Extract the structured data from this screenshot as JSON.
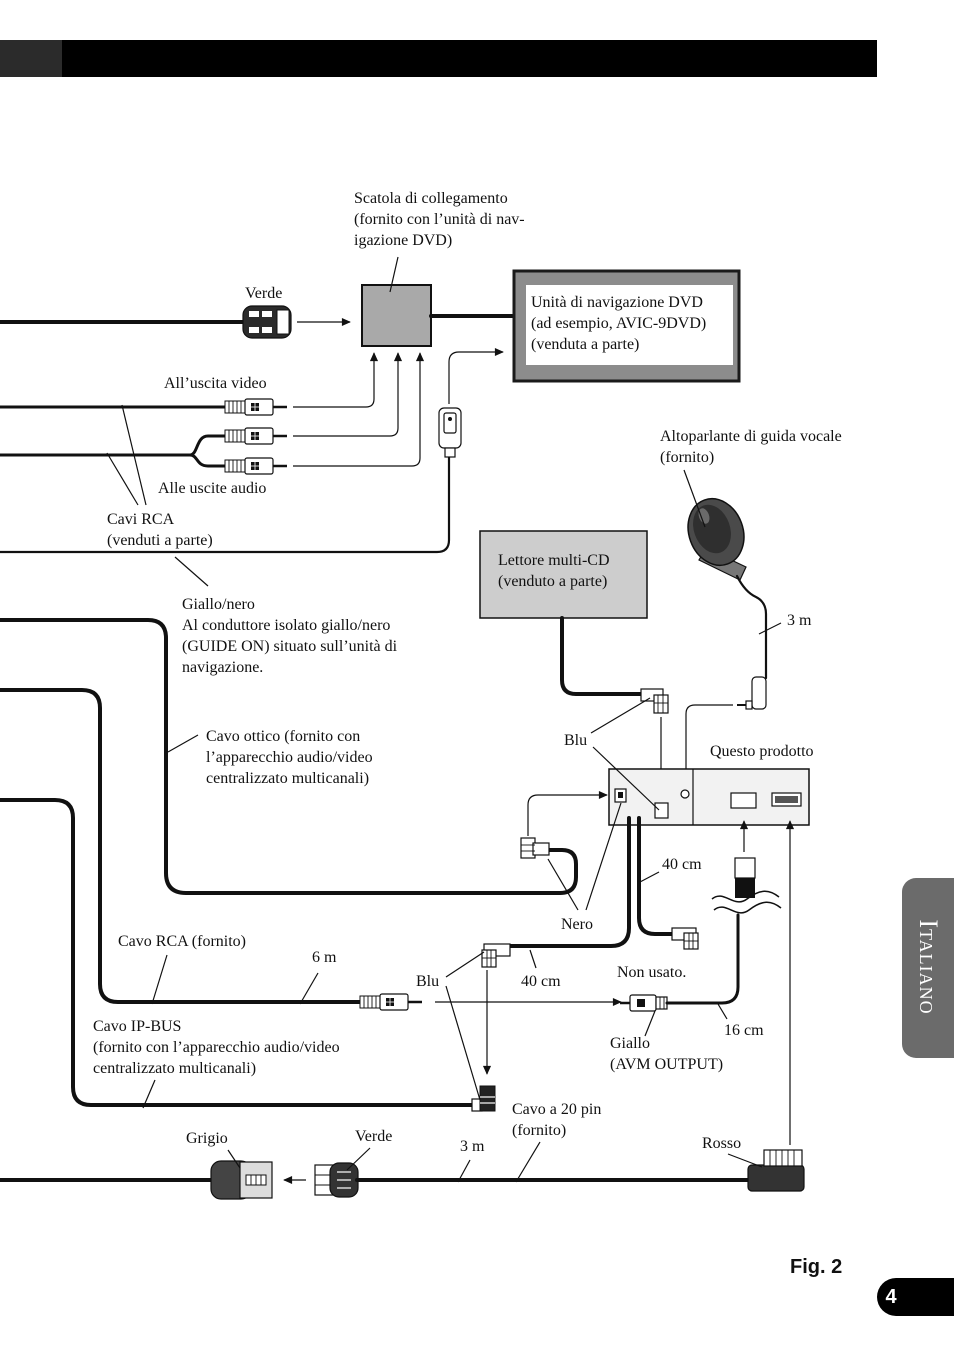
{
  "colors": {
    "page_background": "#ffffff",
    "header_bar": "#000000",
    "header_accent": "#2b2b2b",
    "side_tab": "#6b6b6b",
    "page_badge": "#000000",
    "nav_unit_frame": "#8c8c8c",
    "multi_cd_fill": "#cdcdcd",
    "junction_box_fill": "#a9a9a9"
  },
  "diagram": {
    "labels": {
      "junction_box": [
        "Scatola di collegamento",
        "(fornito con l’unità di nav-",
        "igazione DVD)"
      ],
      "green_top": "Verde",
      "nav_unit": [
        "Unità di navigazione DVD",
        "(ad esempio, AVIC-9DVD)",
        "(venduta a parte)"
      ],
      "video_out": "All’uscita video",
      "speaker": [
        "Altoparlante di guida vocale",
        "(fornito)"
      ],
      "audio_out": "Alle uscite audio",
      "rca_cables": [
        "Cavi RCA",
        "(venduti a parte)"
      ],
      "multi_cd": [
        "Lettore multi-CD",
        "(venduto a parte)"
      ],
      "yellow_black": [
        "Giallo/nero",
        "Al conduttore isolato giallo/nero",
        "(GUIDE ON) situato sull’unità di",
        "navigazione."
      ],
      "speaker_length": "3 m",
      "blue_upper": "Blu",
      "product": "Questo prodotto",
      "optical_cable": [
        "Cavo ottico (fornito con",
        "l’apparecchio audio/video",
        "centralizzato multicanali)"
      ],
      "length_40_upper": "40 cm",
      "black": "Nero",
      "rca_supplied": "Cavo RCA (fornito)",
      "length_6m": "6 m",
      "blue_lower": "Blu",
      "length_40_lower": "40 cm",
      "not_used": "Non usato.",
      "ipbus": [
        "Cavo IP-BUS",
        "(fornito con l’apparecchio audio/video",
        "centralizzato multicanali)"
      ],
      "length_16": "16 cm",
      "yellow_avm": [
        "Giallo",
        "(AVM OUTPUT)"
      ],
      "pin20": [
        "Cavo a 20 pin",
        "(fornito)"
      ],
      "gray": "Grigio",
      "green_bottom": "Verde",
      "length_3m_bottom": "3 m",
      "red": "Rosso"
    }
  },
  "side_tab": {
    "label": "Italiano"
  },
  "figure_caption": "Fig. 2",
  "page_number": "4"
}
